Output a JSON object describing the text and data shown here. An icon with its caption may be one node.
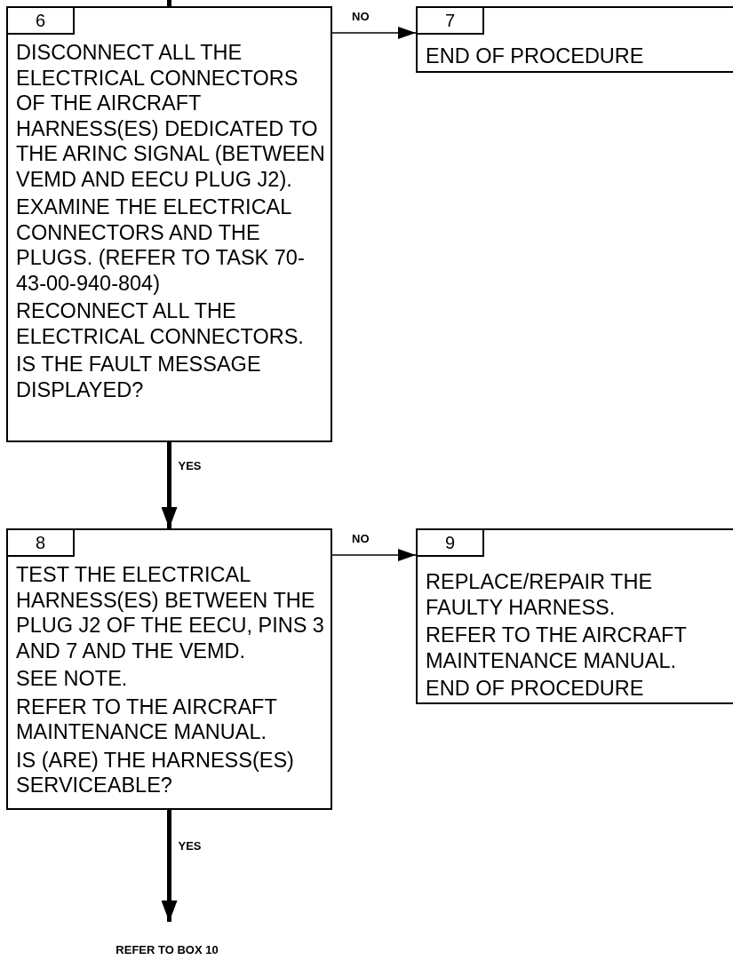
{
  "diagram": {
    "nodes": [
      {
        "text": [
          "6",
          "DISCONNECT ALL THE ELECTRICAL CONNECTORS OF THE AIRCRAFT HARNESS(ES) DEDICATED TO THE ARINC SIGNAL (BETWEEN VEMD AND EECU PLUG J2).",
          "EXAMINE THE ELECTRICAL CONNECTORS AND THE PLUGS. (REFER TO TASK 70-43-00-940-804)",
          "RECONNECT ALL THE ELECTRICAL CONNECTORS.",
          "IS THE FAULT MESSAGE DISPLAYED?"
        ]
      },
      {
        "text": [
          "7",
          "END OF PROCEDURE"
        ]
      },
      {
        "text": [
          "8",
          "TEST THE ELECTRICAL HARNESS(ES) BETWEEN THE PLUG J2 OF THE EECU, PINS 3 AND 7 AND THE VEMD.",
          "SEE NOTE.",
          "REFER TO THE AIRCRAFT MAINTENANCE MANUAL.",
          "IS (ARE) THE HARNESS(ES) SERVICEABLE?"
        ]
      },
      {
        "text": [
          "9",
          "REPLACE/REPAIR THE FAULTY HARNESS.",
          "REFER TO THE AIRCRAFT MAINTENANCE MANUAL.",
          "END OF PROCEDURE"
        ]
      },
      {
        "text": [
          "REFER TO BOX 10"
        ]
      }
    ],
    "edges": [
      {
        "from": null,
        "to": 0,
        "arrow": "none"
      },
      {
        "from": 0,
        "to": 1,
        "arrow": "to",
        "label": "NO"
      },
      {
        "from": 0,
        "to": 2,
        "arrow": "to",
        "label": "YES"
      },
      {
        "from": 2,
        "to": 3,
        "arrow": "to",
        "label": "NO"
      },
      {
        "from": 2,
        "to": 4,
        "arrow": "to",
        "label": "YES"
      }
    ]
  }
}
